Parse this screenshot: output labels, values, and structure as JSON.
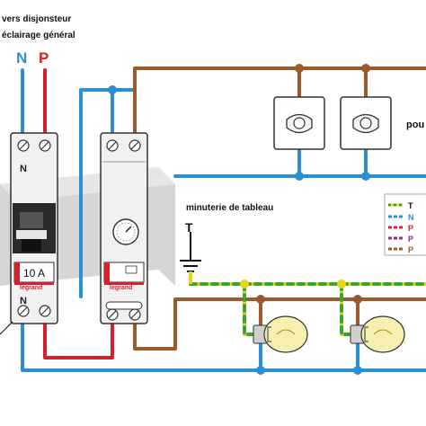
{
  "header": {
    "line1": "vers disjonsteur",
    "line2": "éclairage général"
  },
  "supply": {
    "neutral": "N",
    "phase": "P"
  },
  "breaker": {
    "top_terminal": "N",
    "bottom_terminal": "N",
    "rating": "10 A",
    "brand": "legrand"
  },
  "timer": {
    "brand": "legrand",
    "label": "minuterie de tableau",
    "earth_symbol": "T"
  },
  "pushbuttons": {
    "label": "pou"
  },
  "legend": {
    "items": [
      {
        "symbol": "T",
        "text": "T",
        "color": "#e8d51a"
      },
      {
        "symbol": "N",
        "text": "N",
        "color": "#2b8fd6"
      },
      {
        "symbol": "P",
        "text": "P",
        "color": "#d5202e"
      },
      {
        "symbol": "P",
        "text": "P",
        "color": "#8c2f8c"
      },
      {
        "symbol": "P",
        "text": "P",
        "color": "#9c5a2a"
      }
    ]
  },
  "colors": {
    "neutral": "#2b8fd6",
    "phase": "#d5202e",
    "switched": "#9c5a2a",
    "earth_yellow": "#e8d51a",
    "earth_green": "#3aa336",
    "rail": "#d3d3d3",
    "device": "#f2f2f2"
  }
}
